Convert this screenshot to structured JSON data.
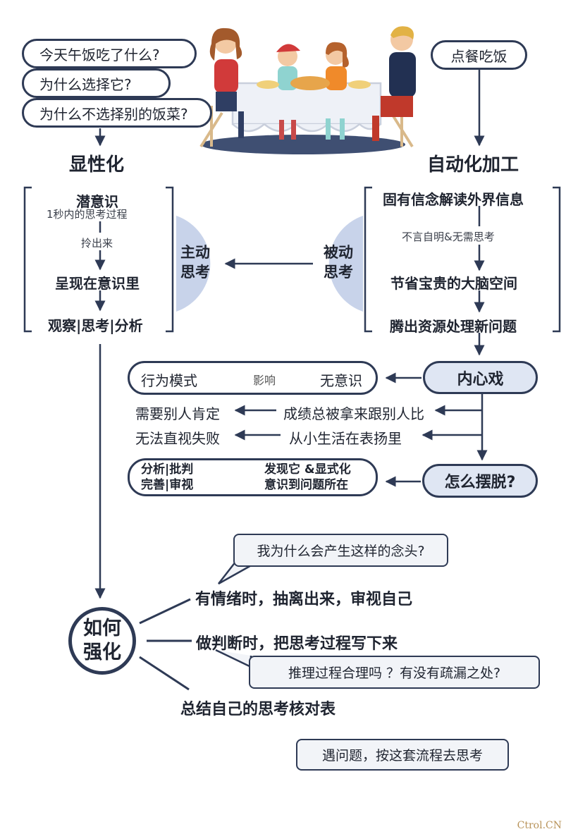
{
  "top": {
    "questions": [
      "今天午饭吃了什么?",
      "为什么选择它?",
      "为什么不选择别的饭菜?"
    ],
    "order_label": "点餐吃饭",
    "illustration": "family-dinner-illustration"
  },
  "left_column": {
    "heading": "显性化",
    "steps": [
      "潜意识",
      "1秒内的思考过程",
      "拎出来",
      "呈现在意识里",
      "观察|思考|分析"
    ],
    "badge": [
      "主动",
      "思考"
    ]
  },
  "right_column": {
    "heading": "自动化加工",
    "steps": [
      "固有信念解读外界信息",
      "不言自明&无需思考",
      "节省宝贵的大脑空间",
      "腾出资源处理新问题"
    ],
    "badge": [
      "被动",
      "思考"
    ]
  },
  "inner_drama": {
    "label": "内心戏",
    "flow": {
      "left": "行为模式",
      "middle": "影响",
      "right": "无意识"
    },
    "rows": [
      {
        "effect": "需要别人肯定",
        "cause": "成绩总被拿来跟别人比"
      },
      {
        "effect": "无法直视失败",
        "cause": "从小生活在表扬里"
      }
    ]
  },
  "escape": {
    "label": "怎么摆脱?",
    "result": [
      "分析|批判",
      "完善|审视"
    ],
    "method": [
      "发现它 &显式化",
      "意识到问题所在"
    ]
  },
  "strengthen": {
    "label": [
      "如何",
      "强化"
    ],
    "items": [
      "有情绪时，抽离出来，审视自己",
      "做判断时，把思考过程写下来",
      "总结自己的思考核对表"
    ],
    "notes": [
      "我为什么会产生这样的念头?",
      "推理过程合理吗 ？有没有疏漏之处?",
      "遇问题，按这套流程去思考"
    ]
  },
  "watermark": "Ctrol.CN",
  "colors": {
    "navy": "#2e3a55",
    "light_blue": "#c8d3ea",
    "fill_blue": "#dfe6f3"
  }
}
